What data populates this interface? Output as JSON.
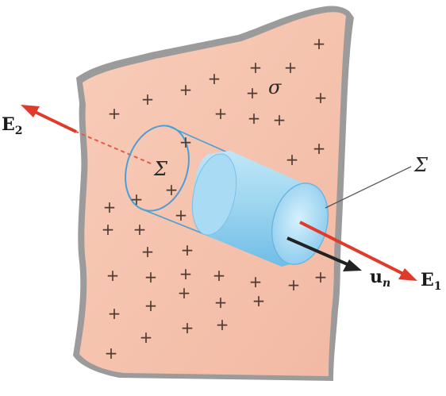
{
  "labels": {
    "sigma": "σ",
    "surface_front": "Σ",
    "surface_side": "Σ",
    "e2_main": "E",
    "e2_sub": "2",
    "e1_main": "E",
    "e1_sub": "1",
    "un_main": "u",
    "un_sub": "n"
  },
  "charge_symbol": "+",
  "colors": {
    "sheet": "#f6c4b0",
    "sheet_shadow": "#9a9a9a",
    "cylinder": "#9fd6f0",
    "cylinder_edge": "#5aa8d6",
    "field_vector": "#e03a2a",
    "normal_vector": "#222222"
  },
  "icons": [
    "plus-icon"
  ]
}
